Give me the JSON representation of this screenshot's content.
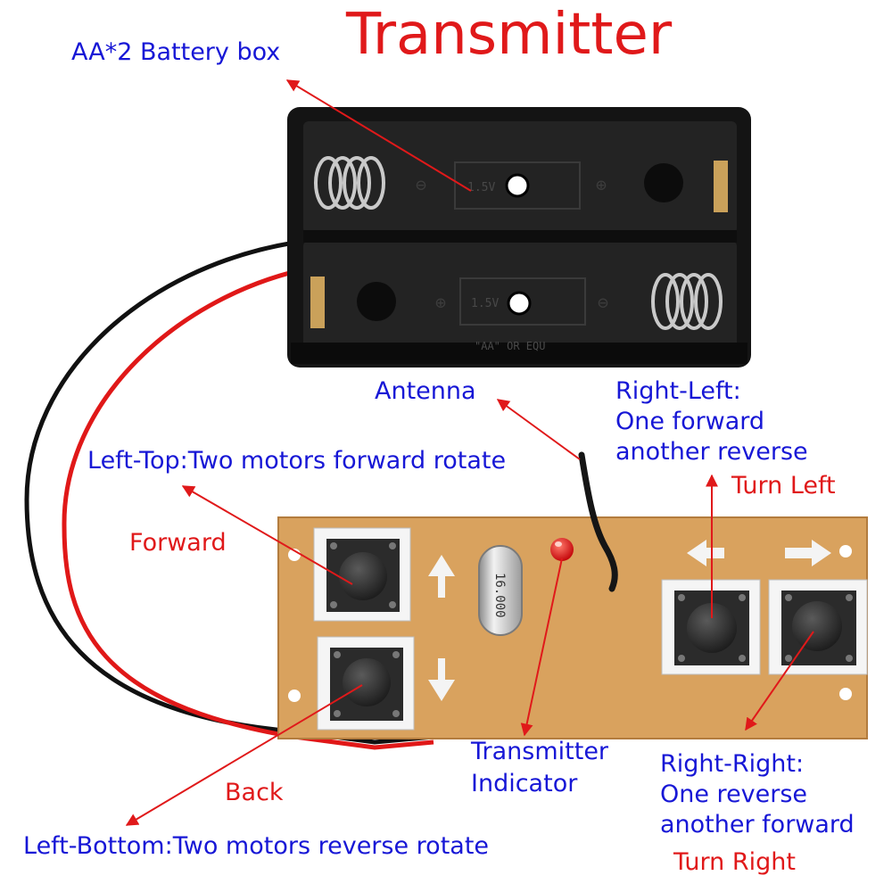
{
  "title": "Transmitter",
  "labels": {
    "battery_box": "AA*2 Battery box",
    "antenna": "Antenna",
    "right_left_1": "Right-Left:",
    "right_left_2": "One forward",
    "right_left_3": "another reverse",
    "turn_left": "Turn Left",
    "left_top": "Left-Top:Two motors forward rotate",
    "forward": "Forward",
    "transmitter_indicator_1": "Transmitter",
    "transmitter_indicator_2": "Indicator",
    "right_right_1": "Right-Right:",
    "right_right_2": "One reverse",
    "right_right_3": "another forward",
    "turn_right": "Turn Right",
    "back": "Back",
    "left_bottom": "Left-Bottom:Two motors reverse rotate"
  },
  "component_text": {
    "crystal": "16.000",
    "battery_rating": "1.5V",
    "battery_size": "\"AA\" OR EQU"
  },
  "colors": {
    "label_blue": "#1717d6",
    "label_red": "#e0191a",
    "pcb": "#d9a25e",
    "battery_box": "#161616",
    "led": "#e8151a"
  }
}
